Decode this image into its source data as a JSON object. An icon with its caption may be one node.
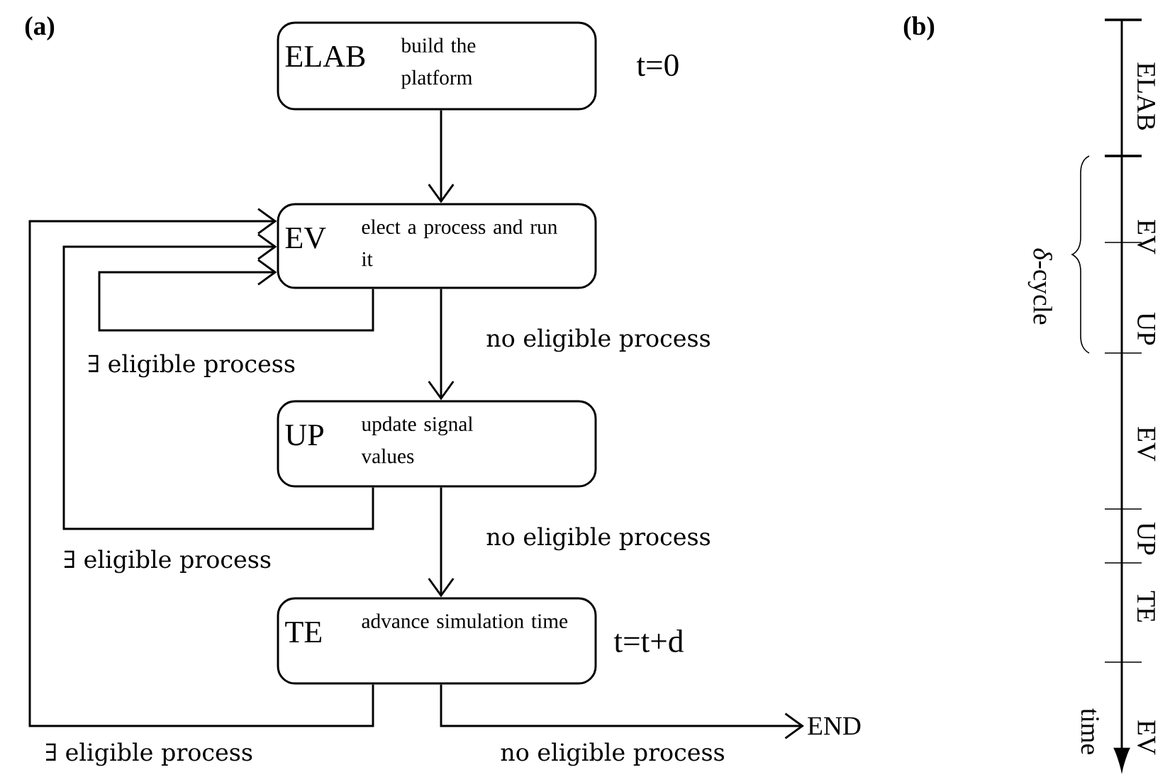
{
  "diagram": {
    "nodes": [
      {
        "text": [
          "ELAB",
          "build the platform"
        ],
        "beside": [
          "t=0"
        ]
      },
      {
        "text": [
          "EV",
          "elect a process and run it"
        ]
      },
      {
        "text": [
          "UP",
          "update signal values"
        ]
      },
      {
        "text": [
          "TE",
          "advance simulation time"
        ],
        "beside": [
          "t=t+d"
        ]
      },
      {
        "text": [
          "END"
        ]
      }
    ],
    "edges": [
      {
        "from": 0,
        "to": 1,
        "arrow": "to"
      },
      {
        "from": 1,
        "to": 1,
        "arrow": "to",
        "label": "∃ eligible process"
      },
      {
        "from": 1,
        "to": 2,
        "arrow": "to",
        "label": "no eligible process"
      },
      {
        "from": 2,
        "to": 1,
        "arrow": "to",
        "label": "∃ eligible process"
      },
      {
        "from": 2,
        "to": 3,
        "arrow": "to",
        "label": "no eligible process"
      },
      {
        "from": 3,
        "to": 1,
        "arrow": "to",
        "label": "∃ eligible process"
      },
      {
        "from": 3,
        "to": 4,
        "arrow": "to",
        "label": "no eligible process"
      }
    ],
    "labels": [
      "(a)",
      "(b)",
      "ELAB",
      "EV",
      "*δ*-cycle",
      "UP",
      "EV",
      "UP",
      "TE",
      "time",
      "EV"
    ]
  }
}
